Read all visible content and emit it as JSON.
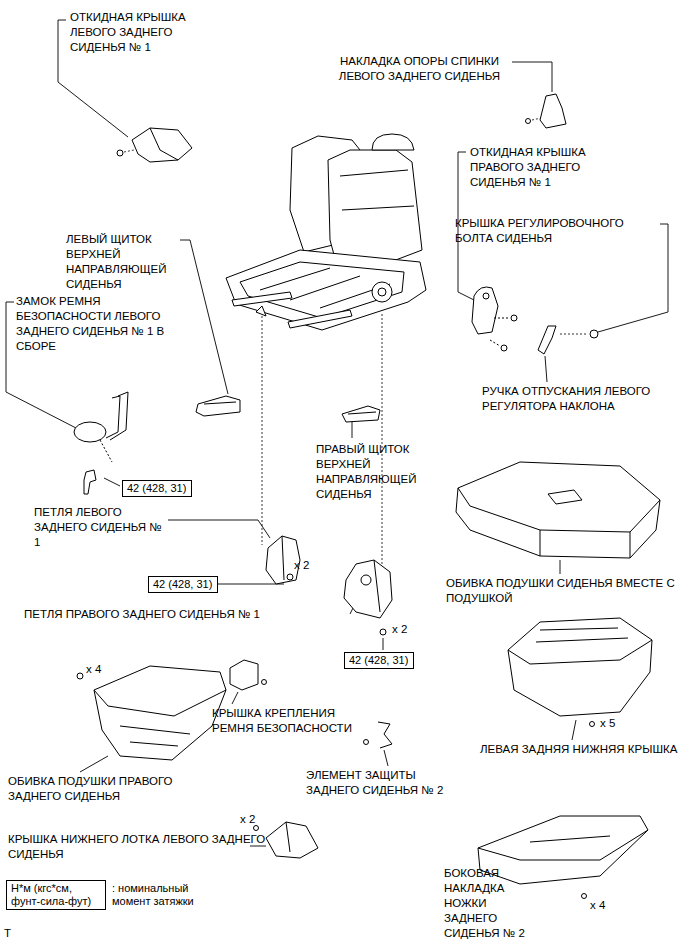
{
  "diagram": {
    "nodes": [
      {
        "text": [
          "42 (428, 31)"
        ]
      },
      {
        "text": [
          "42 (428, 31)"
        ]
      },
      {
        "text": [
          "42 (428, 31)"
        ]
      },
      {
        "text": [
          "Н*м (кгс*см, фунт-сила-фут)"
        ]
      }
    ],
    "labels": [
      "ОТКИДНАЯ КРЫШКА ЛЕВОГО ЗАДНЕГО СИДЕНЬЯ № 1",
      "НАКЛАДКА ОПОРЫ СПИНКИ ЛЕВОГО ЗАДНЕГО СИДЕНЬЯ",
      "ОТКИДНАЯ КРЫШКА ПРАВОГО ЗАДНЕГО СИДЕНЬЯ № 1",
      "КРЫШКА РЕГУЛИРОВОЧНОГО БОЛТА СИДЕНЬЯ",
      "ЛЕВЫЙ ЩИТОК ВЕРХНЕЙ НАПРАВЛЯЮЩЕЙ СИДЕНЬЯ",
      "ЗАМОК РЕМНЯ БЕЗОПАСНОСТИ ЛЕВОГО ЗАДНЕГО СИДЕНЬЯ № 1 В СБОРЕ",
      "РУЧКА ОТПУСКАНИЯ ЛЕВОГО РЕГУЛЯТОРА НАКЛОНА",
      "ПРАВЫЙ ЩИТОК ВЕРХНЕЙ НАПРАВЛЯЮЩЕЙ СИДЕНЬЯ",
      "ПЕТЛЯ ЛЕВОГО ЗАДНЕГО СИДЕНЬЯ № 1",
      "x 2",
      "ОБИВКА ПОДУШКИ СИДЕНЬЯ ВМЕСТЕ С ПОДУШКОЙ",
      "ПЕТЛЯ ПРАВОГО ЗАДНЕГО СИДЕНЬЯ № 1",
      "x 2",
      "x 4",
      "КРЫШКА КРЕПЛЕНИЯ РЕМНЯ БЕЗОПАСНОСТИ",
      "ЛЕВАЯ ЗАДНЯЯ НИЖНЯЯ КРЫШКА",
      "x 5",
      "ЭЛЕМЕНТ ЗАЩИТЫ ЗАДНЕГО СИДЕНЬЯ № 2",
      "ОБИВКА ПОДУШКИ ПРАВОГО ЗАДНЕГО СИДЕНЬЯ",
      "x 2",
      "КРЫШКА НИЖНЕГО ЛОТКА ЛЕВОГО ЗАДНЕГО СИДЕНЬЯ",
      "БОКОВАЯ НАКЛАДКА НОЖКИ ЗАДНЕГО СИДЕНЬЯ № 2",
      "x 4",
      "T"
    ],
    "legend": [
      {
        "text": ": номинальный момент затяжки"
      }
    ]
  }
}
